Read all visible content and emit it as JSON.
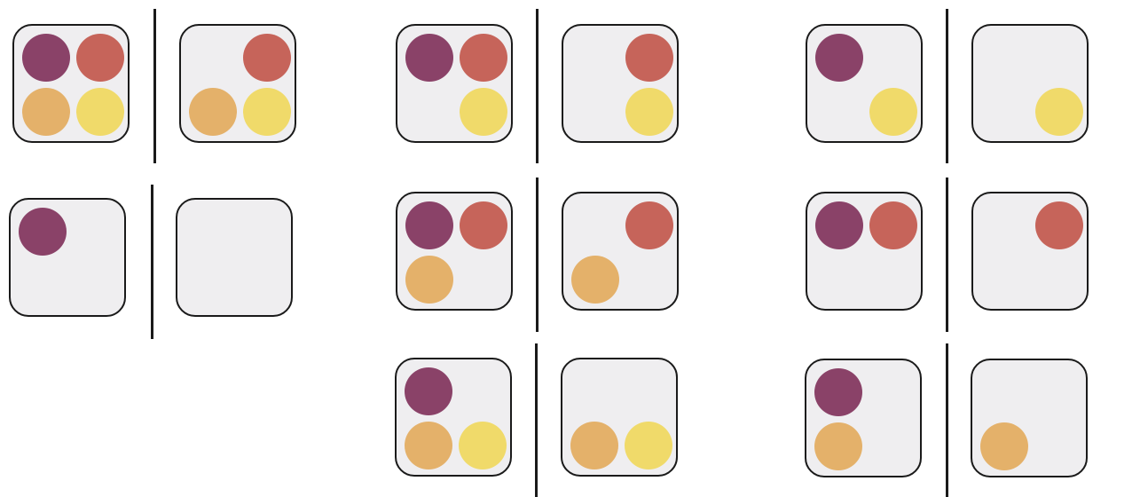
{
  "colors": {
    "purple": "#8a4268",
    "red": "#c6645a",
    "orange": "#e4b16a",
    "yellow": "#f0da6a",
    "box_fill": "#efeef0",
    "outline": "#1a1a1a"
  },
  "panels": [
    {
      "left": [
        "purple",
        "red",
        "orange",
        "yellow"
      ],
      "right": [
        "red",
        "orange",
        "yellow"
      ]
    },
    {
      "left": [
        "purple",
        "red",
        "yellow"
      ],
      "right": [
        "red",
        "yellow"
      ]
    },
    {
      "left": [
        "purple",
        "yellow"
      ],
      "right": [
        "yellow"
      ]
    },
    {
      "left": [
        "purple"
      ],
      "right": []
    },
    {
      "left": [
        "purple",
        "red",
        "orange"
      ],
      "right": [
        "red",
        "orange"
      ]
    },
    {
      "left": [
        "purple",
        "red"
      ],
      "right": [
        "red"
      ]
    },
    {
      "left": [
        "purple",
        "orange",
        "yellow"
      ],
      "right": [
        "orange",
        "yellow"
      ]
    },
    {
      "left": [
        "purple",
        "orange"
      ],
      "right": [
        "orange"
      ]
    }
  ]
}
